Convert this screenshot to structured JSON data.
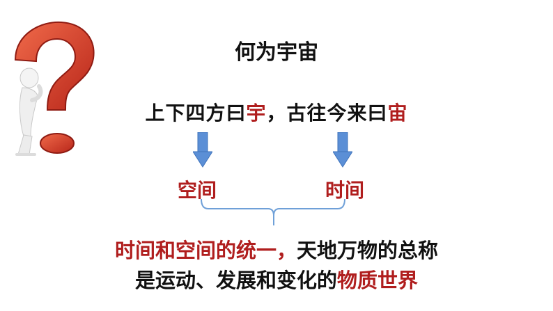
{
  "slide": {
    "title": "何为宇宙",
    "definition": {
      "part1": "上下四方曰",
      "yu": "宇",
      "part2": "，古往今来曰",
      "zhou": "宙"
    },
    "labels": {
      "space": "空间",
      "time": "时间"
    },
    "summary": {
      "line1_red": "时间和空间的统一，",
      "line1_black": "天地万物的总称",
      "line2_black": "是运动、发展和变化的",
      "line2_red": "物质世界"
    }
  },
  "icons": {
    "figure": "question-mark-thinking-figure",
    "arrow": "down-arrow",
    "brace": "horizontal-brace"
  },
  "colors": {
    "accent_red": "#b01e1e",
    "arrow_blue": "#5b8fd6",
    "brace_blue": "#6fa0d8",
    "text": "#111111"
  }
}
